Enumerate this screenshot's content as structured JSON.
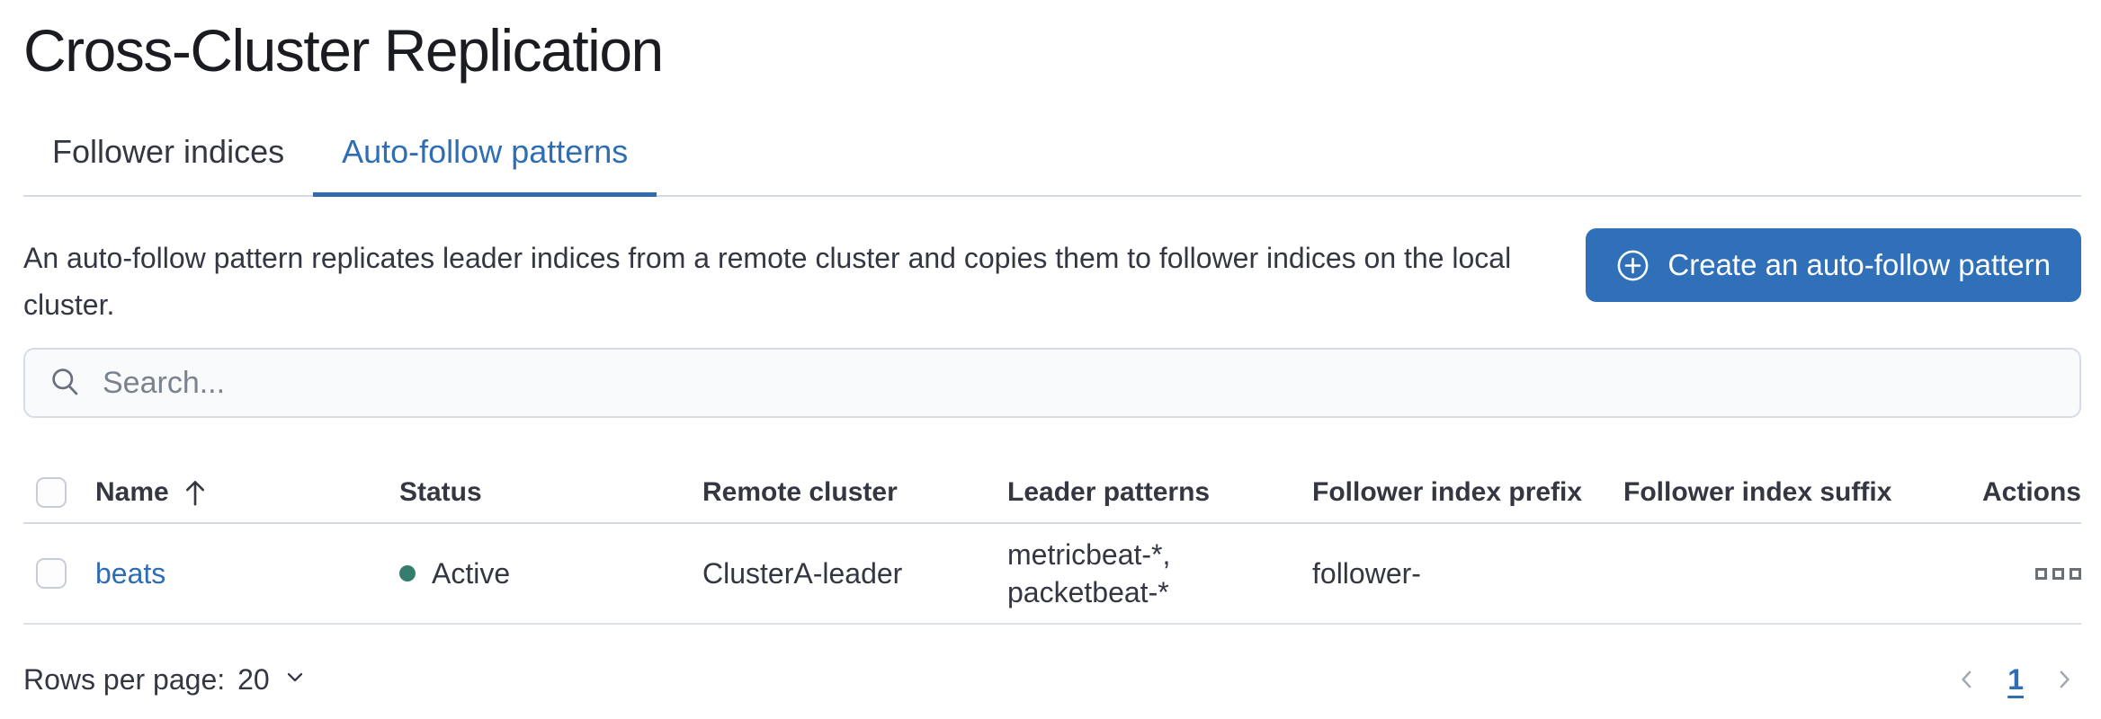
{
  "page": {
    "title": "Cross-Cluster Replication"
  },
  "tabs": [
    {
      "label": "Follower indices",
      "active": false
    },
    {
      "label": "Auto-follow patterns",
      "active": true
    }
  ],
  "intro": {
    "description": "An auto-follow pattern replicates leader indices from a remote cluster and copies them to follower indices on the local cluster.",
    "create_button_label": "Create an auto-follow pattern",
    "create_button_icon": "plus-in-circle-icon"
  },
  "search": {
    "placeholder": "Search...",
    "value": "",
    "icon": "search-icon"
  },
  "table": {
    "columns": {
      "name": "Name",
      "status": "Status",
      "remote_cluster": "Remote cluster",
      "leader_patterns": "Leader patterns",
      "follower_index_prefix": "Follower index prefix",
      "follower_index_suffix": "Follower index suffix",
      "actions": "Actions"
    },
    "sort": {
      "column": "Name",
      "direction": "ascending",
      "icon": "sort-ascending-arrow-icon"
    },
    "rows": [
      {
        "name": "beats",
        "status": "Active",
        "remote_cluster": "ClusterA-leader",
        "leader_patterns": "metricbeat-*,\npacketbeat-*",
        "follower_index_prefix": "follower-",
        "follower_index_suffix": "",
        "actions_icon": "boxes-horizontal-icon"
      }
    ]
  },
  "footer": {
    "rows_per_page_label": "Rows per page:",
    "rows_per_page_value": "20",
    "current_page": "1",
    "prev_icon": "chevron-left-icon",
    "next_icon": "chevron-right-icon"
  },
  "colors": {
    "primary_blue": "#2f6eb3",
    "button_fill": "#3070b8",
    "link_blue": "#2e6cb8",
    "status_active_dot": "#357e6d",
    "text": "#343741",
    "title_text": "#1a1c21",
    "subdued_gray": "#69707d",
    "border_light": "#d3dae6",
    "search_background": "#f8fafc"
  }
}
